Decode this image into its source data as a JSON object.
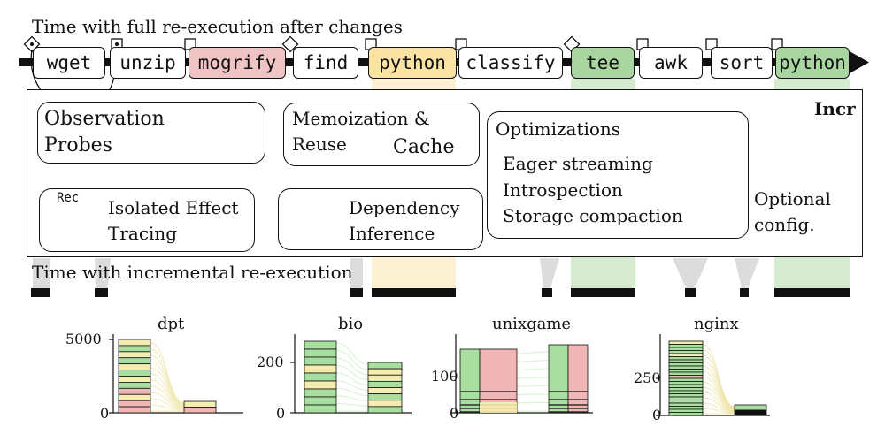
{
  "header": {
    "title": "Time with full re-execution after changes"
  },
  "pipeline": {
    "commands": [
      {
        "label": "wget",
        "color": "#ffffff"
      },
      {
        "label": "unzip",
        "color": "#ffffff"
      },
      {
        "label": "mogrify",
        "color": "#f0c4c4"
      },
      {
        "label": "find",
        "color": "#ffffff"
      },
      {
        "label": "python",
        "color": "#fbe3a3"
      },
      {
        "label": "classify",
        "color": "#ffffff"
      },
      {
        "label": "tee",
        "color": "#a8d5a0"
      },
      {
        "label": "awk",
        "color": "#ffffff"
      },
      {
        "label": "sort",
        "color": "#ffffff"
      },
      {
        "label": "python",
        "color": "#a8d5a0"
      }
    ]
  },
  "incr": {
    "title": "Incr",
    "observation": {
      "line1": "Observation",
      "line2": "Probes"
    },
    "memo": {
      "line1": "Memoization &",
      "line2": "Reuse",
      "cache": "Cache"
    },
    "optimizations": {
      "title": "Optimizations",
      "items": [
        "Eager streaming",
        "Introspection",
        "Storage compaction"
      ]
    },
    "tracing": {
      "rec": "Rec",
      "line1": "Isolated Effect",
      "line2": "Tracing"
    },
    "dependency": {
      "line1": "Dependency",
      "line2": "Inference"
    },
    "optional": {
      "line1": "Optional",
      "line2": "config."
    }
  },
  "incremental": {
    "title": "Time with incremental re-execution"
  },
  "colors": {
    "green": "#a8dea0",
    "yellow": "#f3eeb0",
    "pink": "#f0b6b6",
    "dark": "#111111"
  },
  "charts": [
    {
      "title": "dpt",
      "ticks": [
        "5000",
        "0"
      ]
    },
    {
      "title": "bio",
      "ticks": [
        "200",
        "0"
      ]
    },
    {
      "title": "unixgame",
      "ticks": [
        "100",
        "0"
      ]
    },
    {
      "title": "nginx",
      "ticks": [
        "250",
        "0"
      ]
    }
  ]
}
